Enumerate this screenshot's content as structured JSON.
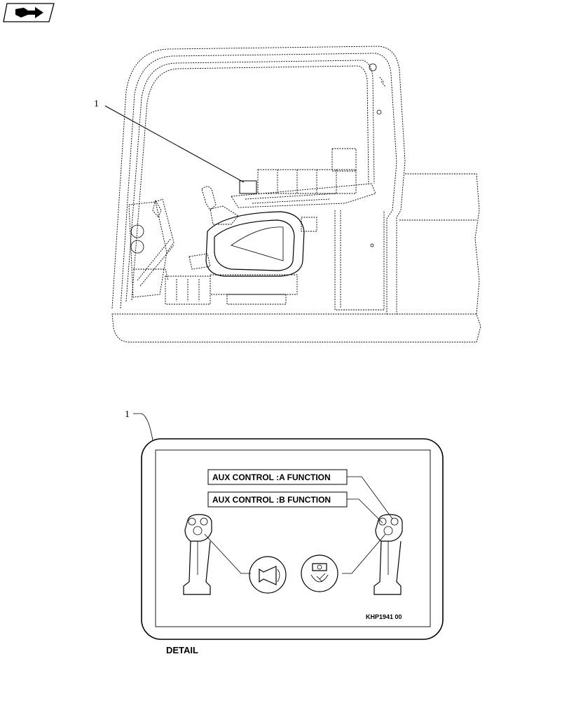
{
  "callouts": {
    "top": "1",
    "detail": "1"
  },
  "decal": {
    "label_a": "AUX CONTROL :A FUNCTION",
    "label_b": "AUX CONTROL :B FUNCTION",
    "part_code": "KHP1941 00"
  },
  "caption": {
    "detail": "DETAIL"
  },
  "icons": {
    "nav": "next-page-arrow-icon",
    "left": "horn-icon",
    "right": "auxiliary-function-icon"
  }
}
